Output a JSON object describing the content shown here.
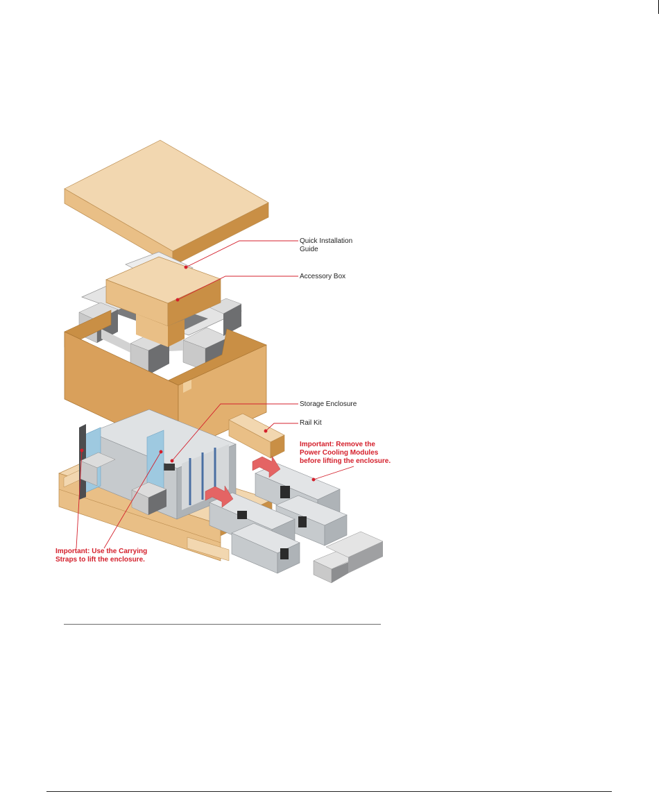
{
  "labels": {
    "quick_installation_guide_line1": "Quick Installation",
    "quick_installation_guide_line2": "Guide",
    "accessory_box": "Accessory Box",
    "storage_enclosure": "Storage Enclosure",
    "rail_kit": "Rail Kit",
    "important_remove_line1": "Important: Remove the",
    "important_remove_line2": "Power Cooling Modules",
    "important_remove_line3": "before lifting the enclosure.",
    "important_straps_line1": "Important: Use the Carrying",
    "important_straps_line2": "Straps to lift the enclosure."
  },
  "colors": {
    "cardboard_top": "#f2d7b0",
    "cardboard_light": "#e9bf86",
    "cardboard_dark": "#c98f45",
    "foam_light": "#e4e4e4",
    "foam_mid": "#c9c9c9",
    "foam_dark": "#6d6e70",
    "strap_blue": "#9ec9e0",
    "metal": "#cfd3d6",
    "arrow_red": "#e46464",
    "callout_red": "#d4202c",
    "leader_red": "#d4202c"
  }
}
